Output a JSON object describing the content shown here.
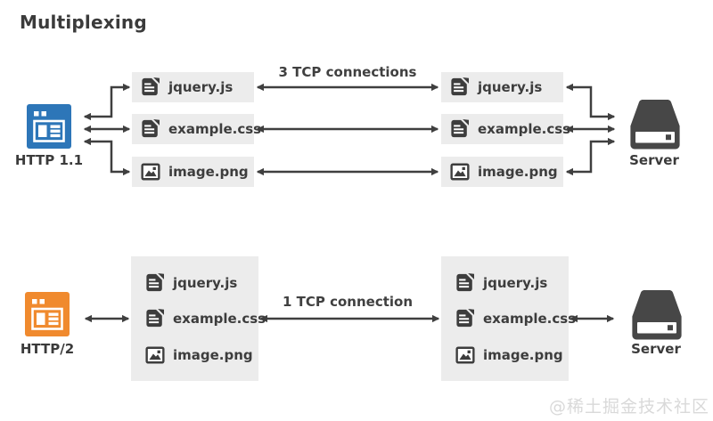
{
  "title": "Multiplexing",
  "colors": {
    "http1_accent": "#2d76b8",
    "http2_accent": "#f08a2e",
    "arrow": "#3f3f3f",
    "box_bg": "#ececec",
    "text_dark": "#3b3b3b",
    "watermark": "#d9d9d9"
  },
  "http1": {
    "client_label": "HTTP 1.1",
    "client_icon": "browser-window-icon",
    "server_label": "Server",
    "server_icon": "server-icon",
    "connection_label": "3 TCP connections",
    "client_files": [
      {
        "name": "jquery.js",
        "icon": "document-icon"
      },
      {
        "name": "example.css",
        "icon": "document-icon"
      },
      {
        "name": "image.png",
        "icon": "image-icon"
      }
    ],
    "server_files": [
      {
        "name": "jquery.js",
        "icon": "document-icon"
      },
      {
        "name": "example.css",
        "icon": "document-icon"
      },
      {
        "name": "image.png",
        "icon": "image-icon"
      }
    ]
  },
  "http2": {
    "client_label": "HTTP/2",
    "client_icon": "browser-window-icon",
    "server_label": "Server",
    "server_icon": "server-icon",
    "connection_label": "1 TCP connection",
    "client_files": [
      {
        "name": "jquery.js",
        "icon": "document-icon"
      },
      {
        "name": "example.css",
        "icon": "document-icon"
      },
      {
        "name": "image.png",
        "icon": "image-icon"
      }
    ],
    "server_files": [
      {
        "name": "jquery.js",
        "icon": "document-icon"
      },
      {
        "name": "example.css",
        "icon": "document-icon"
      },
      {
        "name": "image.png",
        "icon": "image-icon"
      }
    ]
  },
  "watermark": "@稀土掘金技术社区"
}
